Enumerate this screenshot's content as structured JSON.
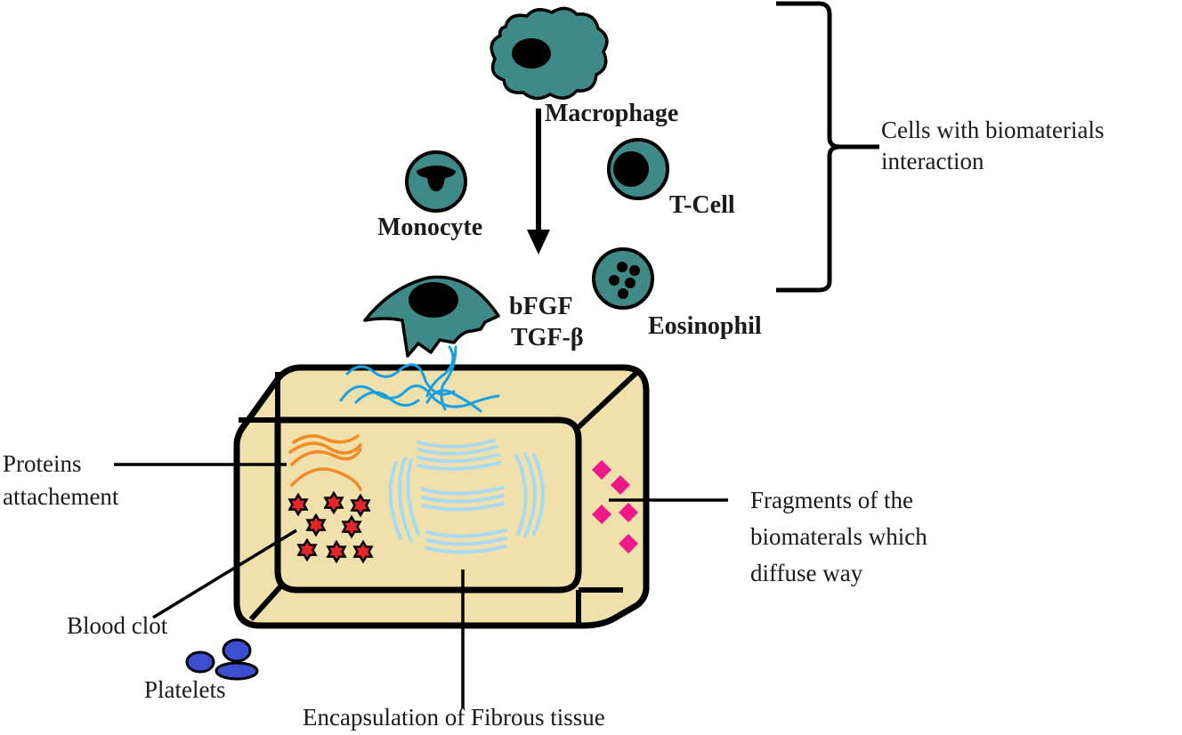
{
  "figure": {
    "type": "biomaterial foreign body response schematic",
    "colors": {
      "cell_fill": "#3f8a86",
      "outline": "#000000",
      "box_fill": "#f0e1ac",
      "fibrin_blue": "#1aa0e0",
      "fibrous_tissue": "#a9daf0",
      "proteins_orange": "#f28a25",
      "blood_clot_red": "#e3262b",
      "fragments_magenta": "#ee1887",
      "platelets_blue": "#3d4fd0"
    }
  },
  "cells": {
    "macrophage": "Macrophage",
    "monocyte": "Monocyte",
    "t_cell": "T-Cell",
    "eosinophil": "Eosinophil",
    "growth_factor_1": "bFGF",
    "growth_factor_2": "TGF-β"
  },
  "bracket_label": {
    "line1": "Cells with biomaterials",
    "line2": "interaction"
  },
  "callouts": {
    "proteins": {
      "line1": "Proteins",
      "line2": "attachement"
    },
    "blood_clot": "Blood clot",
    "platelets": "Platelets",
    "encapsulation": "Encapsulation of Fibrous tissue",
    "fragments": {
      "line1": "Fragments of the",
      "line2": "biomaterals which",
      "line3": "diffuse way"
    }
  }
}
